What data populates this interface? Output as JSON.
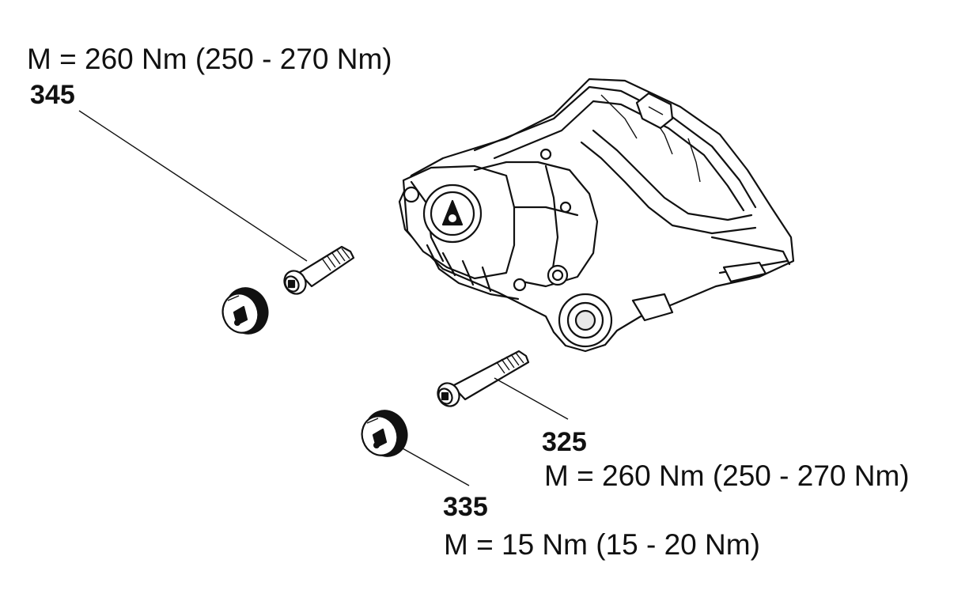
{
  "callouts": {
    "part_345": {
      "number": "345",
      "torque": "M = 260 Nm (250 - 270 Nm)"
    },
    "part_325": {
      "number": "325",
      "torque": "M = 260 Nm (250 - 270 Nm)"
    },
    "part_335": {
      "number": "335",
      "torque": "M = 15 Nm (15 - 20 Nm)"
    }
  }
}
